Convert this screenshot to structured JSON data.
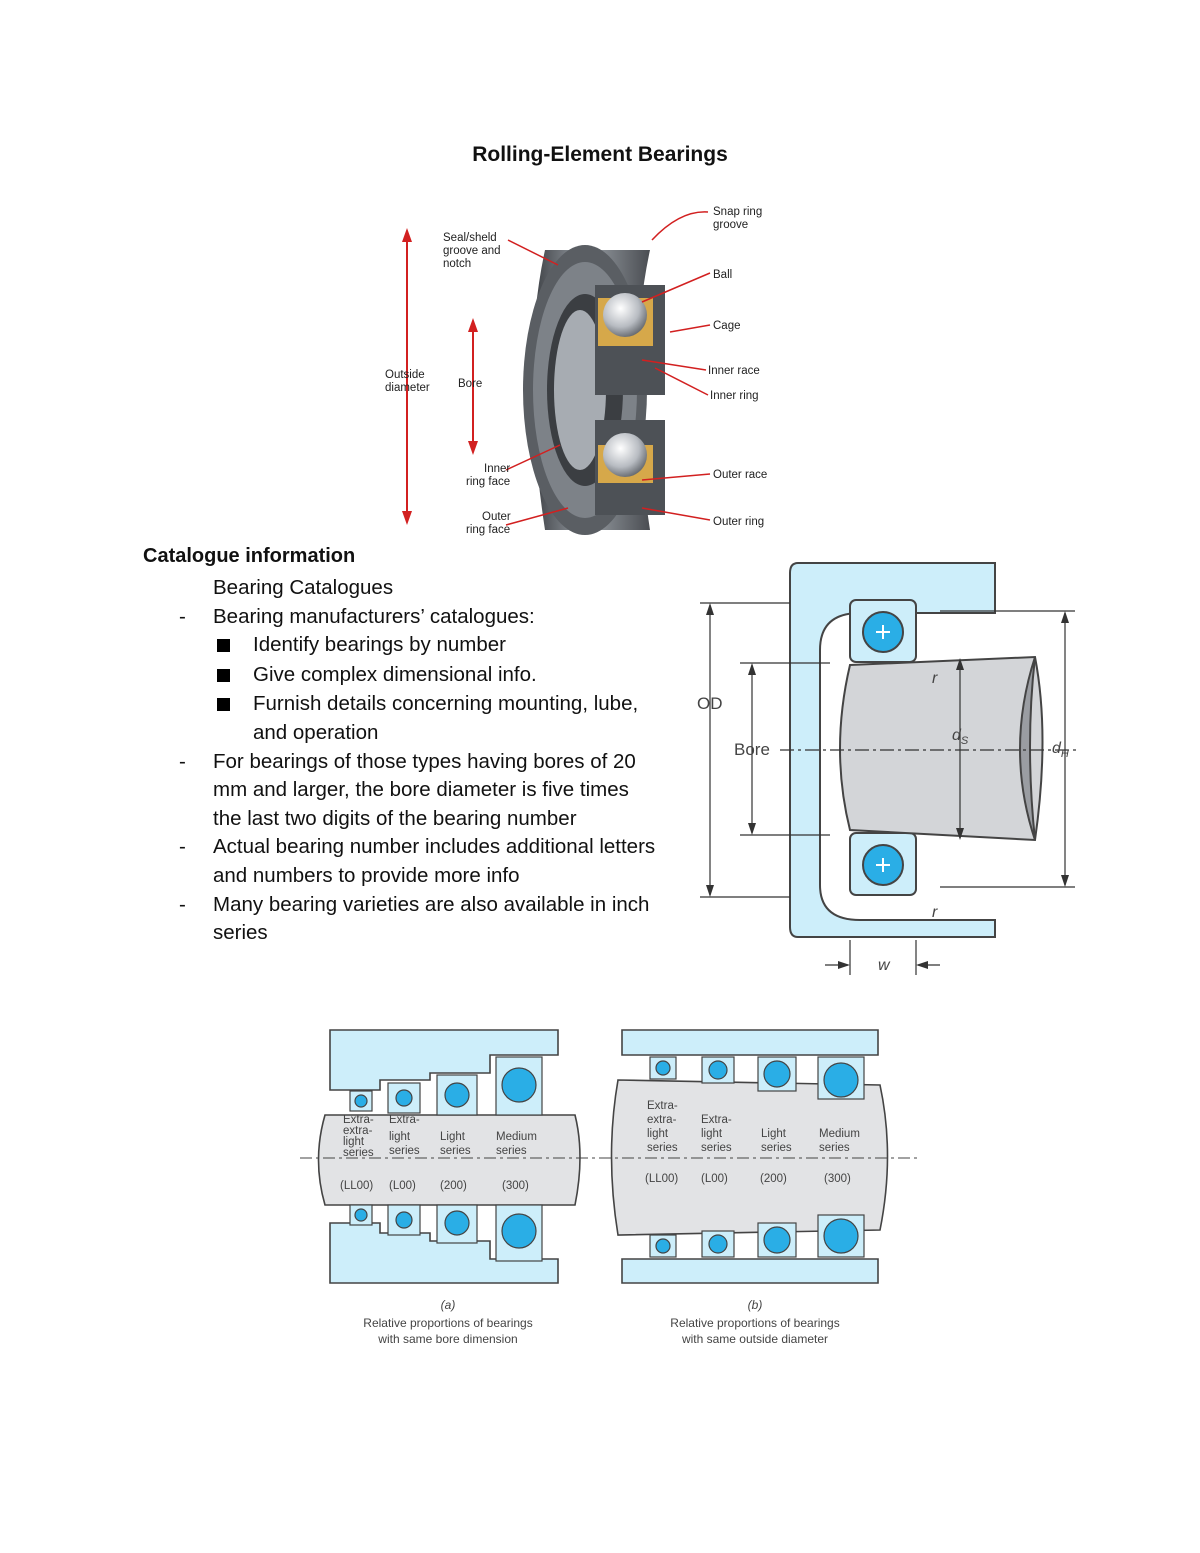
{
  "title": "Rolling-Element Bearings",
  "figure1": {
    "labels": {
      "seal": [
        "Seal/sheld",
        "groove and",
        "notch"
      ],
      "snap": [
        "Snap ring",
        "groove"
      ],
      "ball": "Ball",
      "cage": "Cage",
      "inner_race": "Inner race",
      "inner_ring": "Inner ring",
      "outside": [
        "Outside",
        "diameter"
      ],
      "bore": "Bore",
      "inner_face": [
        "Inner",
        "ring face"
      ],
      "outer_face": [
        "Outer",
        "ring face"
      ],
      "outer_race": "Outer race",
      "outer_ring": "Outer ring"
    }
  },
  "section": {
    "heading": "Catalogue information",
    "subheading": "Bearing Catalogues",
    "items": [
      {
        "type": "dash",
        "text": "Bearing manufacturers’ catalogues:"
      },
      {
        "type": "bullet",
        "text": "Identify bearings by number"
      },
      {
        "type": "bullet",
        "text": "Give complex dimensional info."
      },
      {
        "type": "bullet",
        "text": "Furnish details concerning mounting, lube, and operation"
      },
      {
        "type": "dash",
        "text": "For bearings of those types having bores of 20 mm and larger, the bore diameter is five times the last two digits of the bearing number"
      },
      {
        "type": "dash",
        "text": "Actual bearing number includes additional letters and numbers to provide more info"
      },
      {
        "type": "dash",
        "text": "Many bearing varieties are also available in inch series"
      }
    ]
  },
  "figure2": {
    "od": "OD",
    "bore": "Bore",
    "ds": "d",
    "ds_sub": "S",
    "dh": "d",
    "dh_sub": "H",
    "r": "r",
    "w": "w"
  },
  "figure3": {
    "series": [
      {
        "name": [
          "Extra-",
          "extra-",
          "light",
          "series"
        ],
        "code": "(LL00)"
      },
      {
        "name": [
          "Extra-",
          "light",
          "series"
        ],
        "code": "(L00)"
      },
      {
        "name": [
          "Light",
          "series"
        ],
        "code": "(200)"
      },
      {
        "name": [
          "Medium",
          "series"
        ],
        "code": "(300)"
      }
    ],
    "caption_a": {
      "letter": "(a)",
      "lines": [
        "Relative proportions of bearings",
        "with same bore dimension"
      ]
    },
    "caption_b": {
      "letter": "(b)",
      "lines": [
        "Relative proportions of bearings",
        "with same outside diameter"
      ]
    }
  },
  "colors": {
    "light_blue": "#cdeefa",
    "ball_blue": "#2aaee6",
    "outline": "#444444",
    "red_arrow": "#d22020"
  }
}
